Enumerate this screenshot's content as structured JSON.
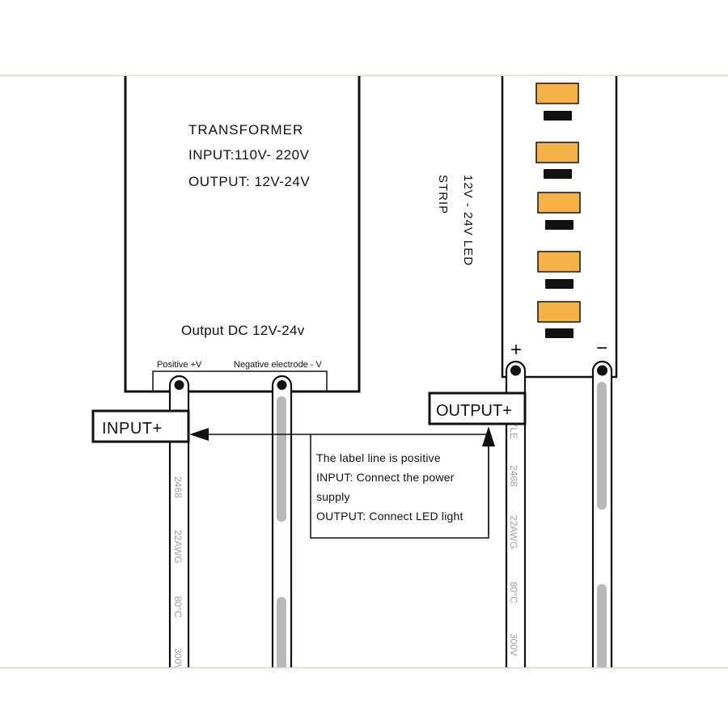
{
  "transformer": {
    "name": "TRANSFORMER",
    "input": "INPUT:110V- 220V",
    "output": "OUTPUT: 12V-24V",
    "output_dc": "Output DC 12V-24v",
    "positive_label": "Positive +V",
    "negative_label": "Negative electrode - V"
  },
  "strip": {
    "label_line1": "12V - 24V LED",
    "label_line2": "STRIP",
    "plus": "+",
    "minus": "−"
  },
  "tags": {
    "input": "INPUT+",
    "output": "OUTPUT+"
  },
  "note": {
    "line1": "The label line is positive",
    "line2": "INPUT: Connect the power",
    "line3": "supply",
    "line4": "OUTPUT: Connect LED light"
  },
  "wire_print": [
    "STYLE",
    "2468",
    "22AWG",
    "80°C",
    "300V"
  ],
  "colors": {
    "led": "#f5b347",
    "resistor": "#111111",
    "frame": "#d5e2d0",
    "wire_print": "#a0a0a0",
    "wire_shade": "#b8b8b8"
  }
}
